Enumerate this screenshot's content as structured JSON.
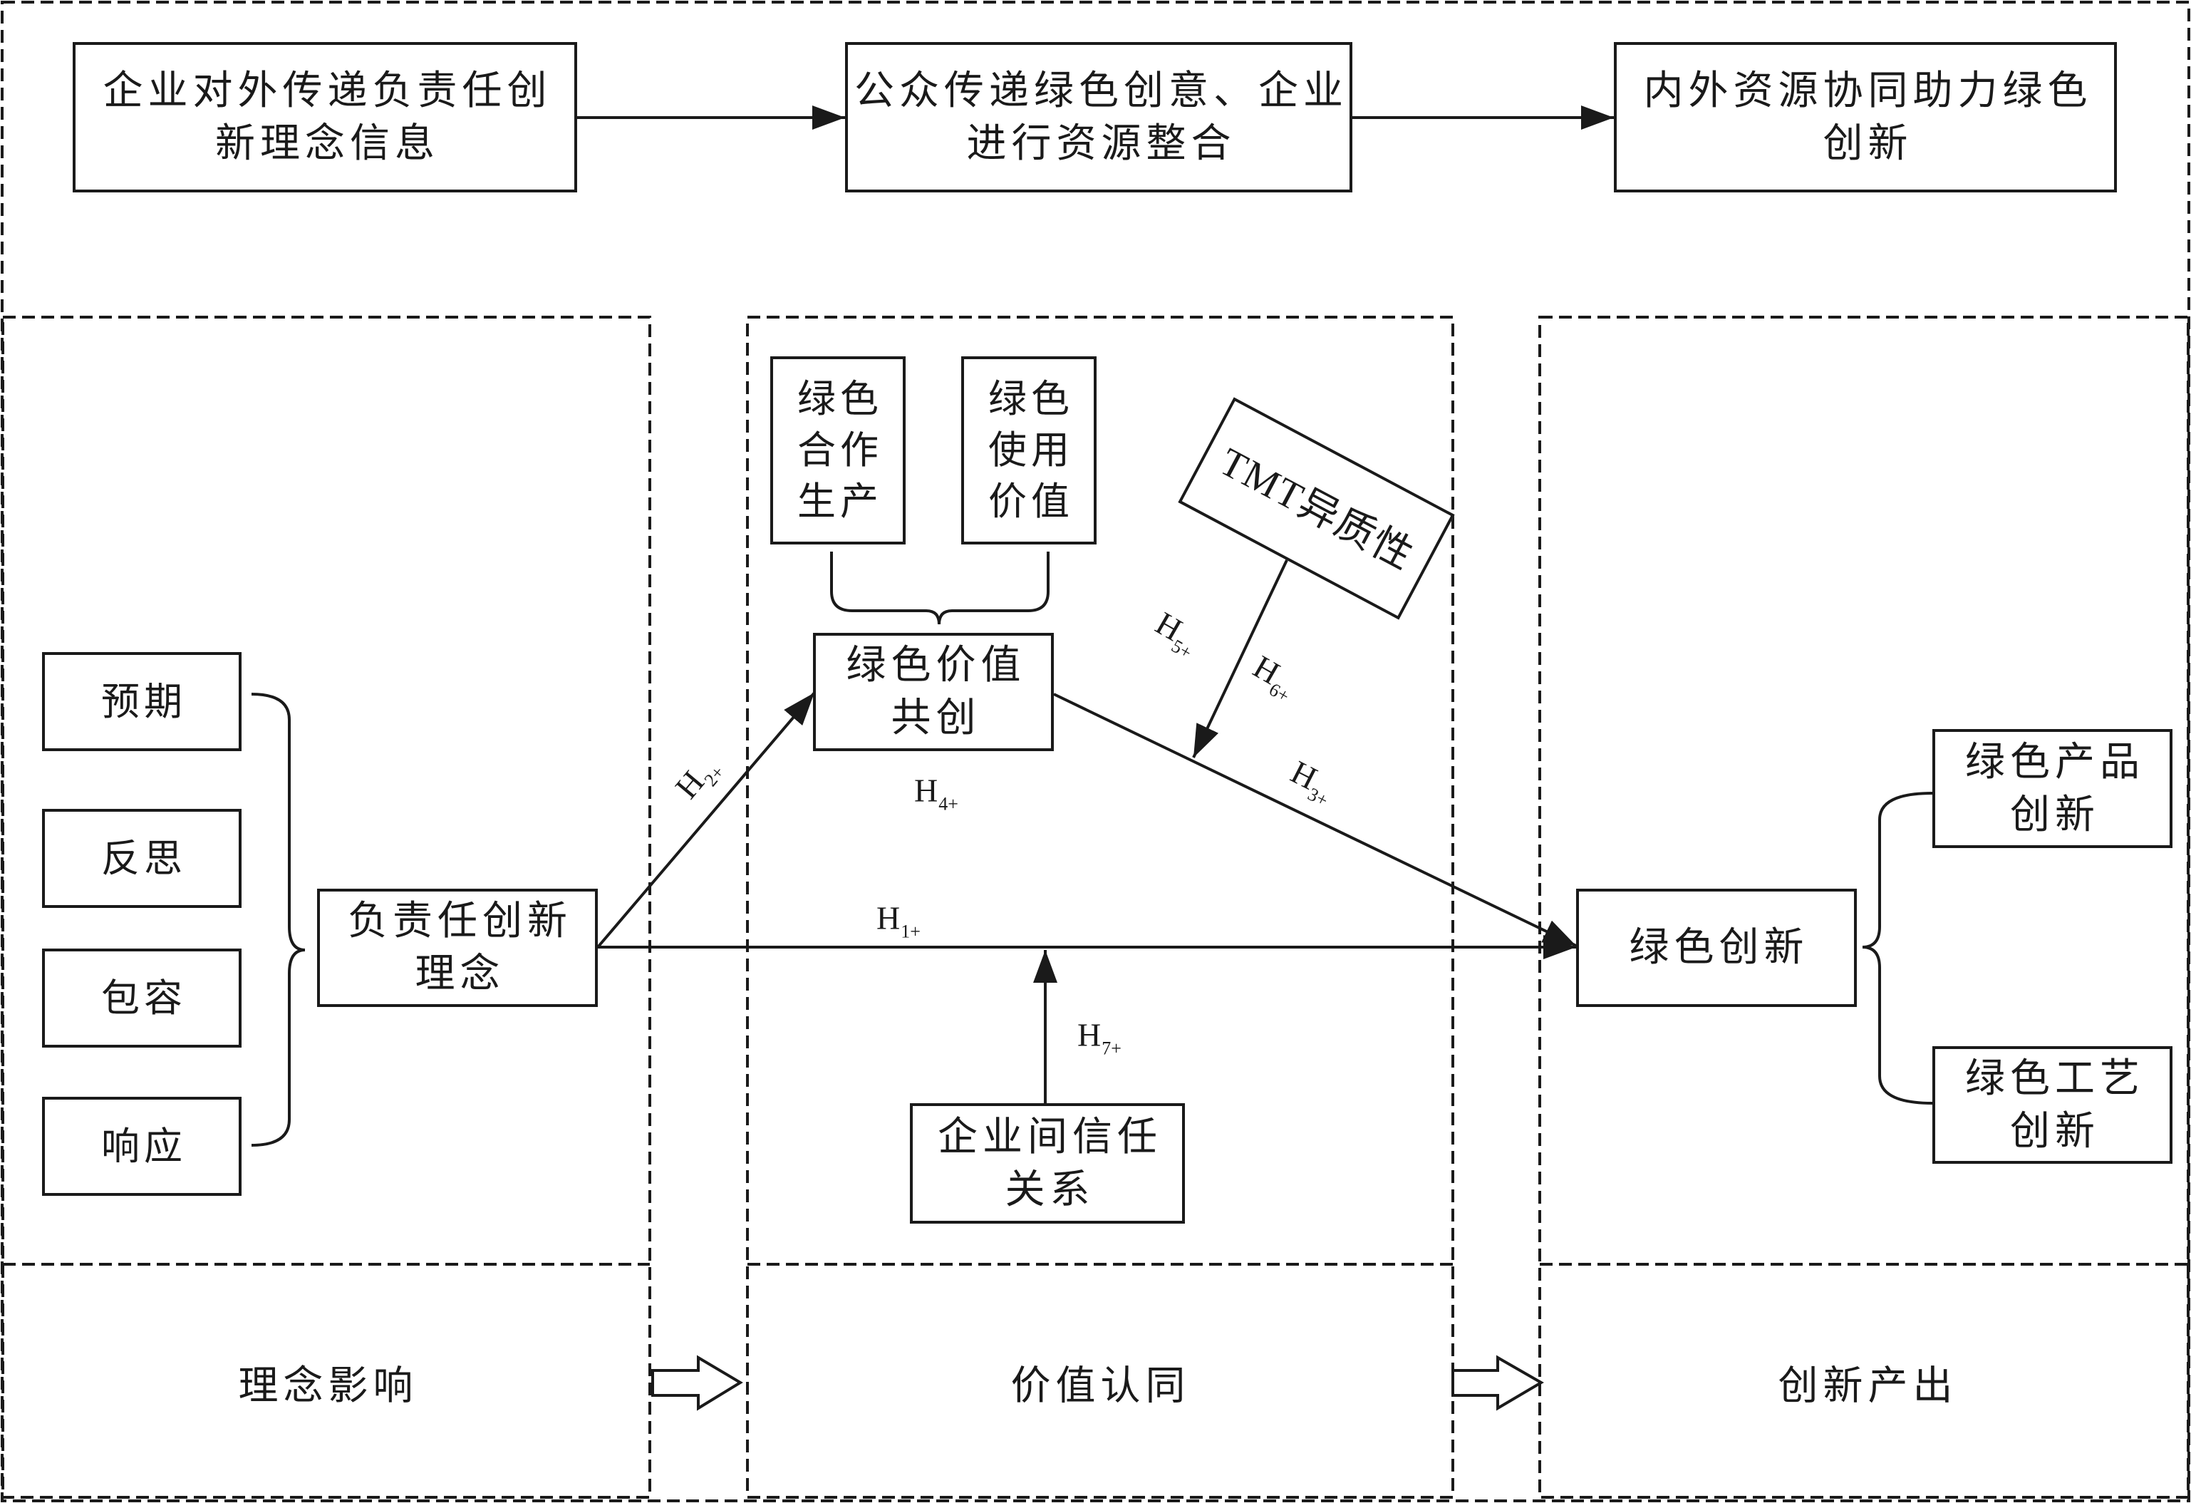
{
  "colors": {
    "stroke": "#1a1a1a",
    "background": "#ffffff"
  },
  "process_flow": [
    {
      "lines": [
        "企业对外传递负责任创",
        "新理念信息"
      ]
    },
    {
      "lines": [
        "公众传递绿色创意、企业",
        "进行资源整合"
      ]
    },
    {
      "lines": [
        "内外资源协同助力绿色",
        "创新"
      ]
    }
  ],
  "rri_dimensions": [
    "预期",
    "反思",
    "包容",
    "响应"
  ],
  "nodes": {
    "rri_concept": [
      "负责任创新",
      "理念"
    ],
    "green_coproduction": [
      "绿色",
      "合作",
      "生产"
    ],
    "green_use_value": [
      "绿色",
      "使用",
      "价值"
    ],
    "green_value_cocreation": [
      "绿色价值",
      "共创"
    ],
    "tmt_heterogeneity": "TMT异质性",
    "inter_firm_trust": [
      "企业间信任",
      "关系"
    ],
    "green_innovation": "绿色创新",
    "green_product_innovation": [
      "绿色产品",
      "创新"
    ],
    "green_process_innovation": [
      "绿色工艺",
      "创新"
    ]
  },
  "hypotheses": {
    "h1": {
      "symbol": "H",
      "sub": "1+"
    },
    "h2": {
      "symbol": "H",
      "sub": "2+"
    },
    "h3": {
      "symbol": "H",
      "sub": "3+"
    },
    "h4": {
      "symbol": "H",
      "sub": "4+"
    },
    "h5": {
      "symbol": "H",
      "sub": "5+"
    },
    "h6": {
      "symbol": "H",
      "sub": "6+"
    },
    "h7": {
      "symbol": "H",
      "sub": "7+"
    }
  },
  "stages": [
    "理念影响",
    "价值认同",
    "创新产出"
  ]
}
